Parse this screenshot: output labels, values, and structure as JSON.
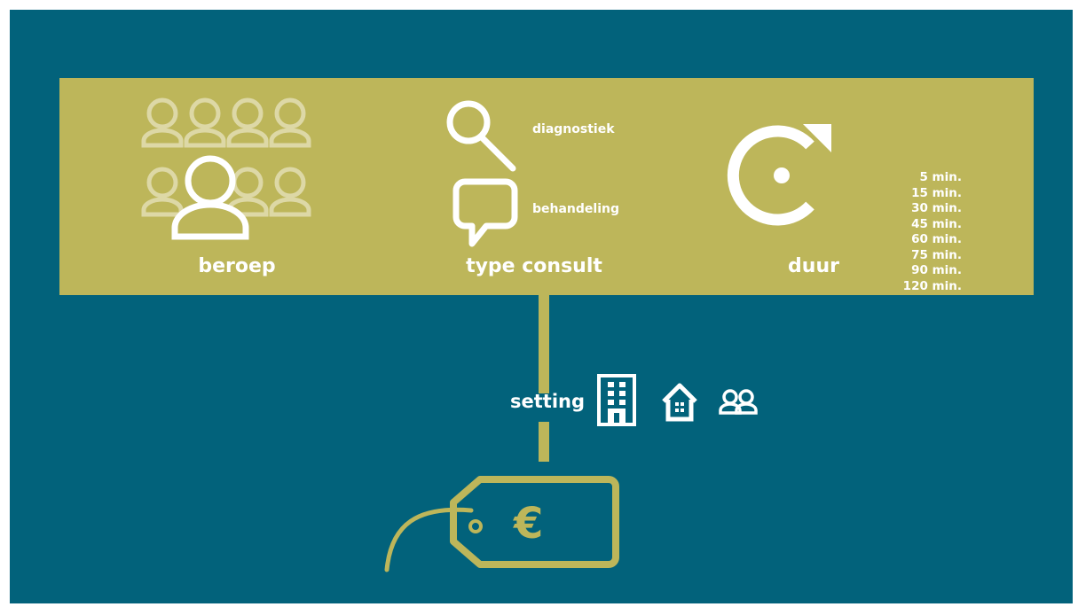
{
  "banner": {
    "profession": {
      "label": "beroep",
      "icon": "people-group-icon"
    },
    "consult": {
      "label": "type consult",
      "options": [
        {
          "label": "diagnostiek",
          "icon": "magnifier-icon"
        },
        {
          "label": "behandeling",
          "icon": "speech-bubble-icon"
        }
      ]
    },
    "duration": {
      "label": "duur",
      "icon": "rotate-clock-icon",
      "options": [
        "5 min.",
        "15 min.",
        "30 min.",
        "45 min.",
        "60 min.",
        "75 min.",
        "90 min.",
        "120 min."
      ]
    }
  },
  "setting": {
    "label": "setting",
    "icons": [
      "office-building-icon",
      "house-icon",
      "group-icon"
    ]
  },
  "price": {
    "symbol": "€",
    "icon": "price-tag-icon"
  },
  "colors": {
    "background": "#02627b",
    "accent": "#bdb65a",
    "text": "#ffffff",
    "faded": "#ddd8a6"
  }
}
